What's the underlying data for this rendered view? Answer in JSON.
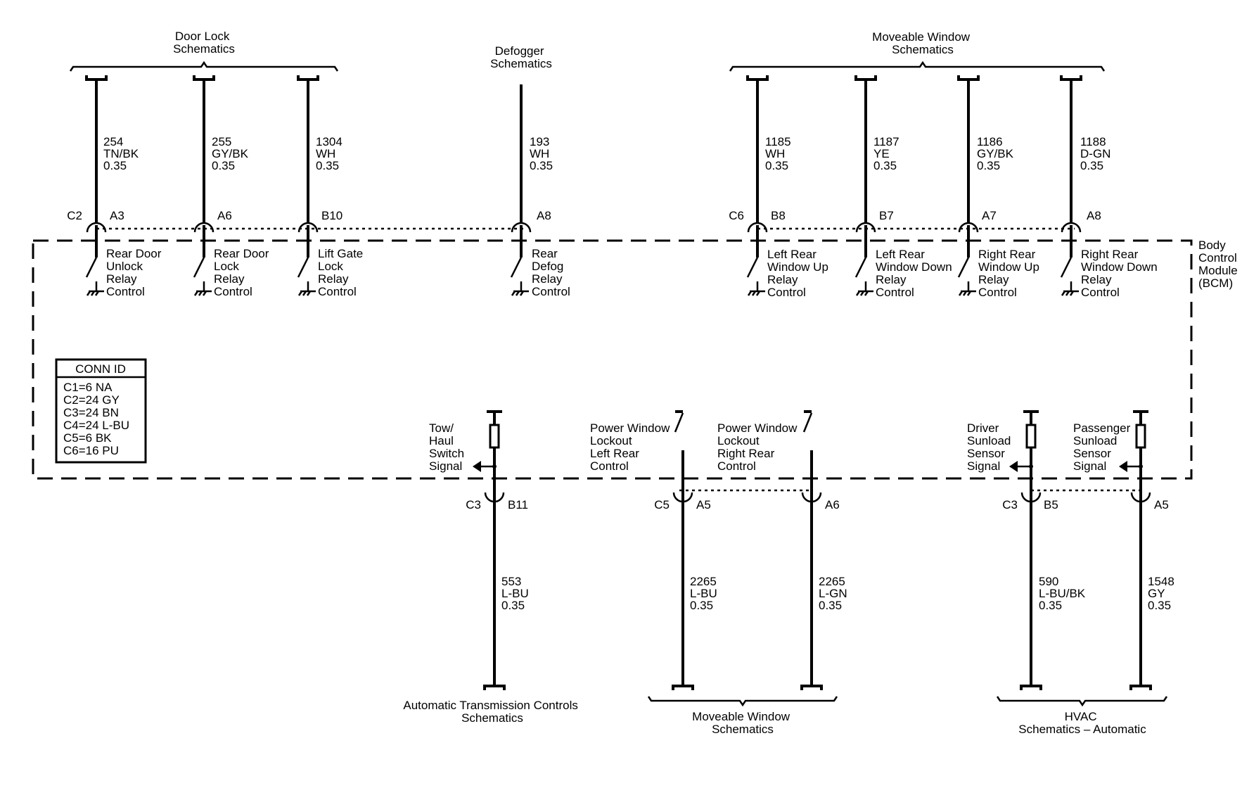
{
  "module": {
    "lines": [
      "Body",
      "Control",
      "Module",
      "(BCM)"
    ]
  },
  "conn_id": {
    "title": "CONN ID",
    "rows": [
      "C1=6 NA",
      "C2=24 GY",
      "C3=24 BN",
      "C4=24 L-BU",
      "C5=6 BK",
      "C6=16 PU"
    ]
  },
  "top_groups": [
    {
      "lines": [
        "Door Lock",
        "Schematics"
      ]
    },
    {
      "lines": [
        "Defogger",
        "Schematics"
      ]
    },
    {
      "lines": [
        "Moveable Window",
        "Schematics"
      ]
    }
  ],
  "bottom_groups": [
    {
      "lines": [
        "Automatic Transmission Controls",
        "Schematics"
      ]
    },
    {
      "lines": [
        "Moveable Window",
        "Schematics"
      ]
    },
    {
      "lines": [
        "HVAC",
        "Schematics – Automatic"
      ]
    }
  ],
  "top_circuits": [
    {
      "circuit": "254",
      "color": "TN/BK",
      "gauge": "0.35",
      "connector": "C2",
      "pin": "A3",
      "label": [
        "Rear Door",
        "Unlock",
        "Relay",
        "Control"
      ]
    },
    {
      "circuit": "255",
      "color": "GY/BK",
      "gauge": "0.35",
      "connector": "",
      "pin": "A6",
      "label": [
        "Rear Door",
        "Lock",
        "Relay",
        "Control"
      ]
    },
    {
      "circuit": "1304",
      "color": "WH",
      "gauge": "0.35",
      "connector": "",
      "pin": "B10",
      "label": [
        "Lift Gate",
        "Lock",
        "Relay",
        "Control"
      ]
    },
    {
      "circuit": "193",
      "color": "WH",
      "gauge": "0.35",
      "connector": "",
      "pin": "A8",
      "label": [
        "Rear",
        "Defog",
        "Relay",
        "Control"
      ]
    },
    {
      "circuit": "1185",
      "color": "WH",
      "gauge": "0.35",
      "connector": "C6",
      "pin": "B8",
      "label": [
        "Left Rear",
        "Window Up",
        "Relay",
        "Control"
      ]
    },
    {
      "circuit": "1187",
      "color": "YE",
      "gauge": "0.35",
      "connector": "",
      "pin": "B7",
      "label": [
        "Left Rear",
        "Window Down",
        "Relay",
        "Control"
      ]
    },
    {
      "circuit": "1186",
      "color": "GY/BK",
      "gauge": "0.35",
      "connector": "",
      "pin": "A7",
      "label": [
        "Right Rear",
        "Window Up",
        "Relay",
        "Control"
      ]
    },
    {
      "circuit": "1188",
      "color": "D-GN",
      "gauge": "0.35",
      "connector": "",
      "pin": "A8",
      "label": [
        "Right Rear",
        "Window Down",
        "Relay",
        "Control"
      ]
    }
  ],
  "bottom_circuits": [
    {
      "circuit": "553",
      "color": "L-BU",
      "gauge": "0.35",
      "connector": "C3",
      "pin": "B11",
      "label": [
        "Tow/",
        "Haul",
        "Switch",
        "Signal"
      ]
    },
    {
      "circuit": "2265",
      "color": "L-BU",
      "gauge": "0.35",
      "connector": "C5",
      "pin": "A5",
      "label": [
        "Power Window",
        "Lockout",
        "Left Rear",
        "Control"
      ]
    },
    {
      "circuit": "2265",
      "color": "L-GN",
      "gauge": "0.35",
      "connector": "",
      "pin": "A6",
      "label": [
        "Power Window",
        "Lockout",
        "Right Rear",
        "Control"
      ]
    },
    {
      "circuit": "590",
      "color": "L-BU/BK",
      "gauge": "0.35",
      "connector": "C3",
      "pin": "B5",
      "label": [
        "Driver",
        "Sunload",
        "Sensor",
        "Signal"
      ]
    },
    {
      "circuit": "1548",
      "color": "GY",
      "gauge": "0.35",
      "connector": "",
      "pin": "A5",
      "label": [
        "Passenger",
        "Sunload",
        "Sensor",
        "Signal"
      ]
    }
  ]
}
